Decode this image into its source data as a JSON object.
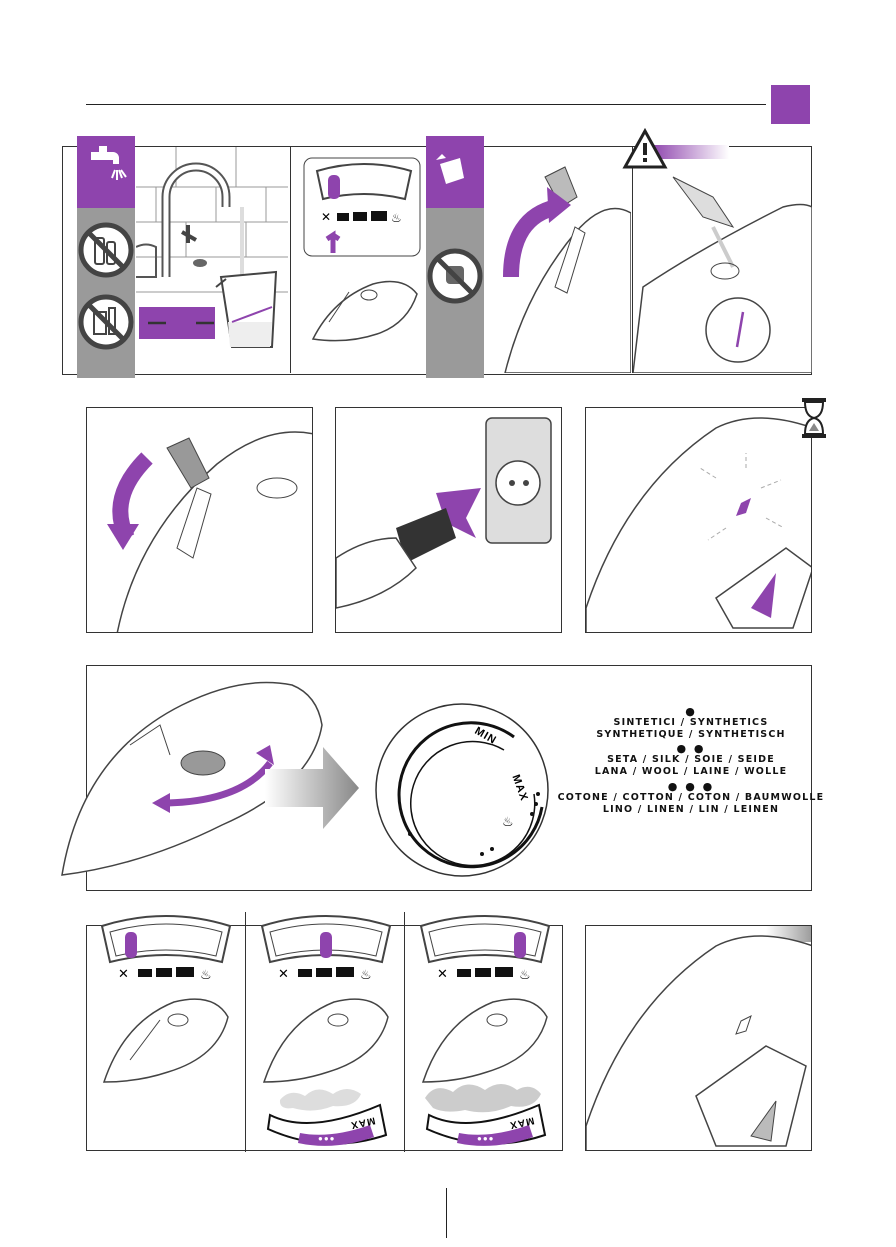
{
  "page": {
    "accent_color": "#8e44ad",
    "grey_color": "#9a9a9a",
    "header_badge_color": "#8e44ad"
  },
  "icons": [
    "water-tap-icon",
    "no-bottled-water-icon",
    "no-additives-icon",
    "water-jug-icon",
    "unplugged-icon",
    "warning-triangle-icon",
    "hourglass-icon"
  ],
  "dial": {
    "min_label": "MIN",
    "max_label": "MAX",
    "fabrics": [
      {
        "dots": "●",
        "line1": "SINTETICI / SYNTHETICS",
        "line2": "SYNTHETIQUE / SYNTHETISCH"
      },
      {
        "dots": "● ●",
        "line1": "SETA / SILK / SOIE / SEIDE",
        "line2": "LANA / WOOL / LAINE / WOLLE"
      },
      {
        "dots": "● ● ●",
        "line1": "COTONE / COTTON / COTON / BAUMWOLLE",
        "line2": "LINO / LINEN / LIN / LEINEN"
      }
    ]
  },
  "steam_gauge": {
    "min_symbol": "no-steam-icon",
    "max_symbol": "steam-icon",
    "settings": [
      {
        "level": 0.12
      },
      {
        "level": 0.5
      },
      {
        "level": 0.88
      }
    ],
    "bottom_label": "MAX",
    "bottom_dots": "●●●"
  }
}
